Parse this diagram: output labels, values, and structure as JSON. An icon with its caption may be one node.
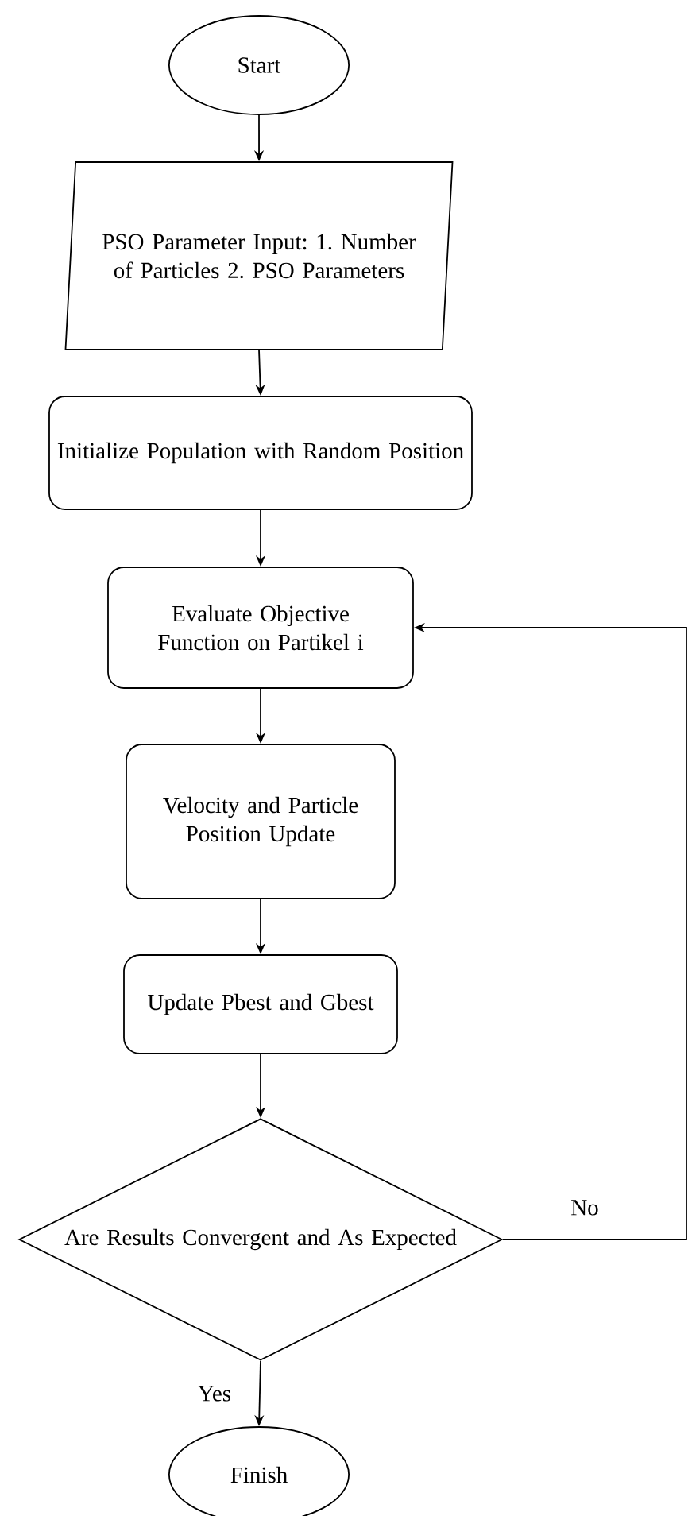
{
  "diagram": {
    "nodes": [
      {
        "text": [
          "Start"
        ]
      },
      {
        "text": [
          "PSO Parameter Input: 1. Number of Particles 2. PSO Parameters"
        ]
      },
      {
        "text": [
          "Initialize Population with Random Position"
        ]
      },
      {
        "text": [
          "Evaluate Objective Function on Partikel i"
        ]
      },
      {
        "text": [
          "Velocity and Particle Position Update"
        ]
      },
      {
        "text": [
          "Update Pbest and Gbest"
        ]
      },
      {
        "text": [
          "Are Results Convergent and As Expected"
        ]
      },
      {
        "text": [
          "Finish"
        ]
      }
    ],
    "edges": [
      {
        "from": 0,
        "to": 1,
        "arrow": "to"
      },
      {
        "from": 1,
        "to": 2,
        "arrow": "to"
      },
      {
        "from": 2,
        "to": 3,
        "arrow": "to"
      },
      {
        "from": 3,
        "to": 4,
        "arrow": "to"
      },
      {
        "from": 4,
        "to": 5,
        "arrow": "to"
      },
      {
        "from": 5,
        "to": 6,
        "arrow": "to"
      },
      {
        "from": 6,
        "to": 7,
        "arrow": "to",
        "label": "Yes"
      },
      {
        "from": 6,
        "to": 3,
        "arrow": "to",
        "label": "No"
      }
    ]
  }
}
